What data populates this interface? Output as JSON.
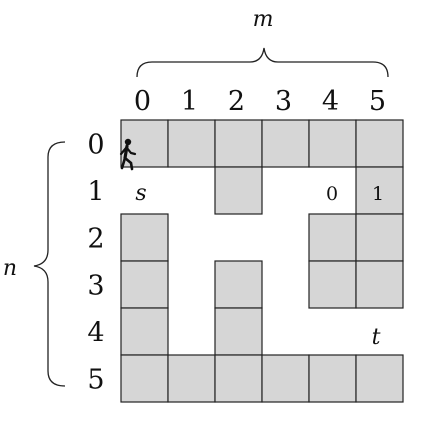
{
  "grid": {
    "rows": 6,
    "cols": 6,
    "blocked": [
      [
        0,
        0
      ],
      [
        0,
        1
      ],
      [
        0,
        2
      ],
      [
        0,
        3
      ],
      [
        0,
        4
      ],
      [
        0,
        5
      ],
      [
        1,
        2
      ],
      [
        1,
        5
      ],
      [
        2,
        0
      ],
      [
        2,
        4
      ],
      [
        2,
        5
      ],
      [
        3,
        0
      ],
      [
        3,
        2
      ],
      [
        3,
        4
      ],
      [
        3,
        5
      ],
      [
        4,
        0
      ],
      [
        4,
        2
      ],
      [
        5,
        0
      ],
      [
        5,
        1
      ],
      [
        5,
        2
      ],
      [
        5,
        3
      ],
      [
        5,
        4
      ],
      [
        5,
        5
      ]
    ]
  },
  "labels": {
    "m": "m",
    "n": "n",
    "col_numbers": [
      "0",
      "1",
      "2",
      "3",
      "4",
      "5"
    ],
    "row_numbers": [
      "0",
      "1",
      "2",
      "3",
      "4",
      "5"
    ],
    "start": "s",
    "target": "t",
    "cell_1_4": "0",
    "cell_1_5": "1"
  },
  "icons": {
    "agent": "walking-person-icon"
  }
}
